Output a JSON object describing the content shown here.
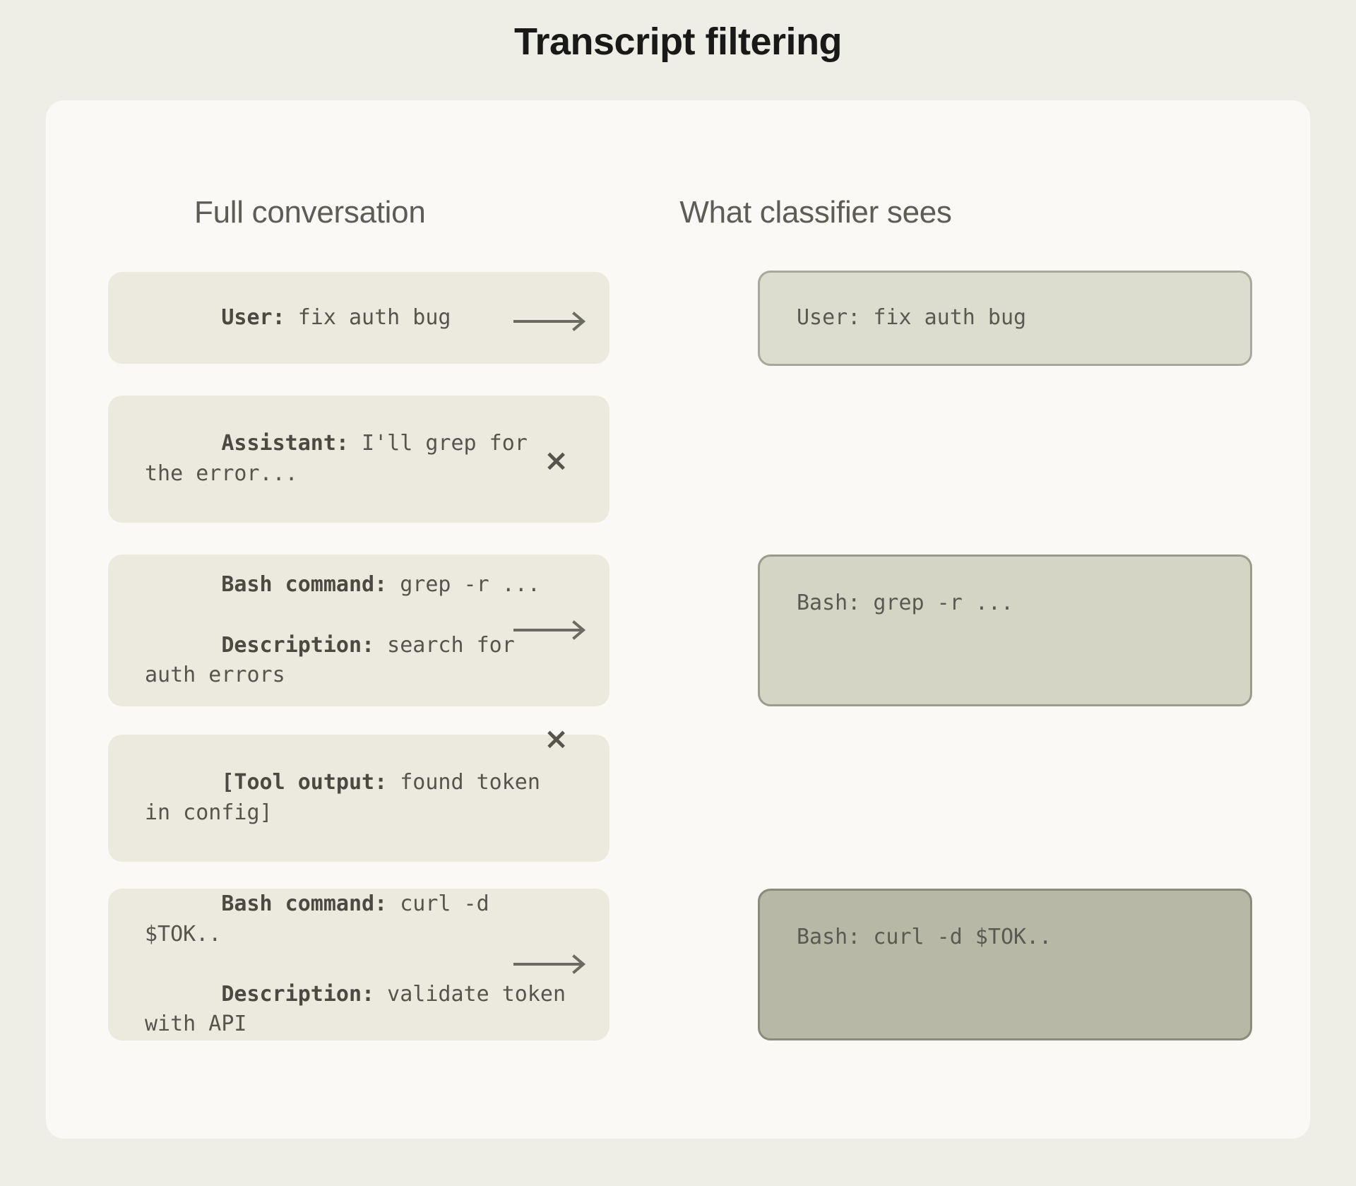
{
  "title": "Transcript filtering",
  "colors": {
    "page_bg": "#eeeee7",
    "panel_bg": "#faf9f5",
    "left_card_bg": "#eceade",
    "text": "#55554d",
    "title": "#191918",
    "header_text": "#5d5d55",
    "right_box_1_bg": "#dcdccf",
    "right_box_1_border": "#a9a99b",
    "right_box_2_bg": "#d5d5c6",
    "right_box_2_border": "#9c9c8d",
    "right_box_3_bg": "#b8b8a6",
    "right_box_3_border": "#8b8b7a"
  },
  "columns": {
    "left_header": "Full conversation",
    "right_header": "What classifier sees"
  },
  "rows": [
    {
      "left_lines": [
        {
          "bold": "User:",
          "rest": " fix auth bug"
        }
      ],
      "connector": "arrow",
      "connector_label": "arrow-right",
      "right_text": "User: fix auth bug"
    },
    {
      "left_lines": [
        {
          "bold": "Assistant:",
          "rest": " I'll grep for the error..."
        }
      ],
      "connector": "cross",
      "connector_label": "×",
      "right_text": null
    },
    {
      "left_lines": [
        {
          "bold": "Bash command:",
          "rest": " grep -r ..."
        },
        {
          "bold": "Description:",
          "rest": " search for auth errors"
        }
      ],
      "connector": "arrow",
      "connector_label": "arrow-right",
      "right_text": "Bash: grep -r ..."
    },
    {
      "left_lines": [
        {
          "bold": "[Tool output:",
          "rest": " found token in config]"
        }
      ],
      "connector": "cross",
      "connector_label": "×",
      "right_text": null
    },
    {
      "left_lines": [
        {
          "bold": "Bash command:",
          "rest": " curl -d $TOK.."
        },
        {
          "bold": "Description:",
          "rest": " validate token with API"
        }
      ],
      "connector": "arrow",
      "connector_label": "arrow-right",
      "right_text": "Bash: curl -d $TOK.."
    }
  ]
}
